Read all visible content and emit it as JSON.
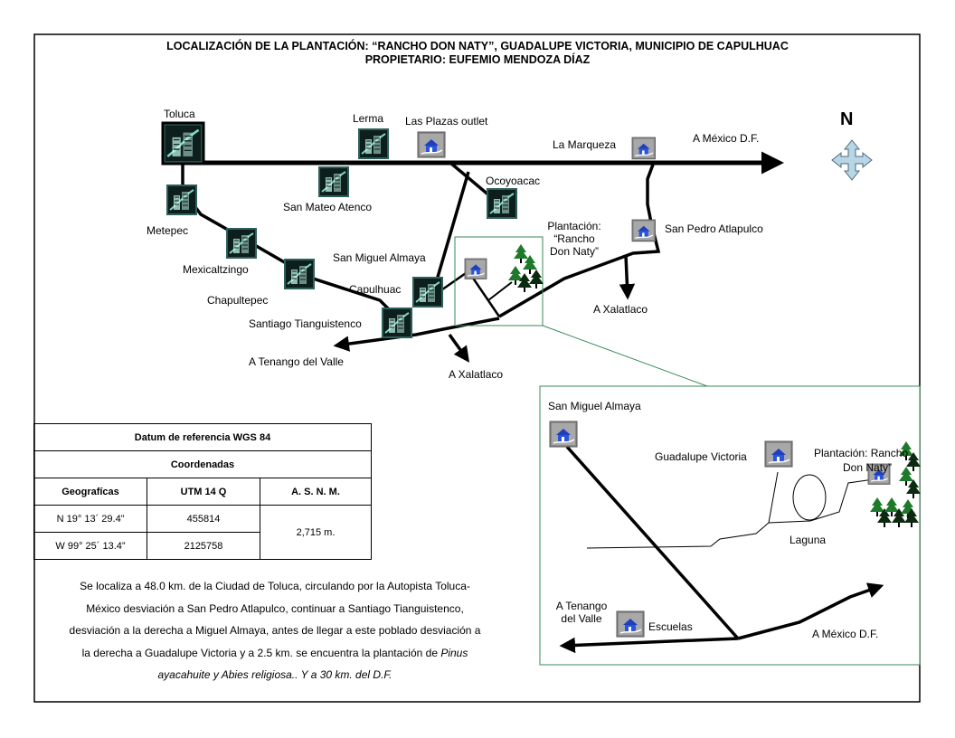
{
  "title_line1": "LOCALIZACIÓN DE LA PLANTACIÓN: “RANCHO DON NATY”, GUADALUPE VICTORIA, MUNICIPIO DE CAPULHUAC",
  "title_line2": "PROPIETARIO: EUFEMIO MENDOZA DÍAZ",
  "north_label": "N",
  "colors": {
    "ink": "#000000",
    "inset_border": "#3a8a5a",
    "icon_bg": "#2f5f5a",
    "house_bg": "#8a8a8a",
    "tree": "#1e7a2a",
    "compass": "#b9d6e6"
  },
  "places": {
    "toluca": "Toluca",
    "lerma": "Lerma",
    "las_plazas": "Las Plazas outlet",
    "la_marqueza": "La Marqueza",
    "a_mexico": "A México D.F.",
    "ocoyoacac": "Ocoyoacac",
    "san_mateo": "San Mateo Atenco",
    "metepec": "Metepec",
    "mexicaltzingo": "Mexicaltzingo",
    "chapultepec": "Chapultepec",
    "san_miguel": "San Miguel Almaya",
    "capulhuac": "Capulhuac",
    "santiago": "Santiago Tianguistenco",
    "a_tenango": "A Tenango del Valle",
    "a_xalatlaco_1": "A Xalatlaco",
    "a_xalatlaco_2": "A Xalatlaco",
    "plantacion_1": "Plantación:",
    "plantacion_2": "“Rancho",
    "plantacion_3": "Don Naty”",
    "san_pedro": "San Pedro Atlapulco"
  },
  "inset": {
    "san_miguel": "San Miguel Almaya",
    "guadalupe": "Guadalupe Victoria",
    "plantacion_1": "Plantación: Rancho",
    "plantacion_2": "Don Naty”",
    "laguna": "Laguna",
    "tenango_1": "A Tenango",
    "tenango_2": "del Valle",
    "escuelas": "Escuelas",
    "a_mexico": "A México D.F."
  },
  "table": {
    "datum": "Datum de referencia WGS 84",
    "coordenadas": "Coordenadas",
    "col_geo": "Geografícas",
    "col_utm": "UTM 14 Q",
    "col_asnm": "A. S. N. M.",
    "row1_geo": "N 19° 13´ 29.4”",
    "row1_utm": "455814",
    "row2_geo": "W 99° 25´ 13.4”",
    "row2_utm": "2125758",
    "asnm": "2,715 m."
  },
  "description": {
    "l1": "Se localiza a 48.0 km. de la Ciudad de Toluca, circulando por la Autopista Toluca-",
    "l2": "México desviación a San Pedro Atlapulco, continuar a Santiago Tianguistenco,",
    "l3": "desviación a la derecha a Miguel Almaya, antes de llegar a este poblado desviación a",
    "l4a": "la derecha a Guadalupe Victoria y a 2.5 km. se encuentra la plantación de ",
    "l4b": "Pinus",
    "l5": "ayacahuite y Abies religiosa.. Y a 30 km. del D.F."
  }
}
